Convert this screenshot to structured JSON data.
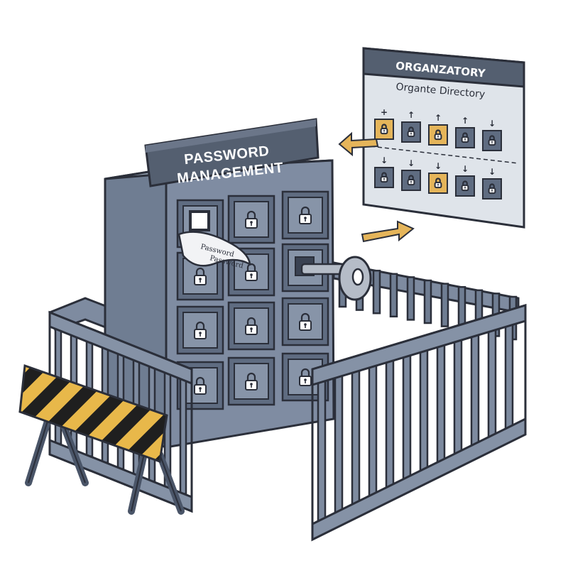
{
  "sign": {
    "line1": "PASSWORD",
    "line2": "MANAGEMENT"
  },
  "directory_panel": {
    "title": "ORGANZATORY",
    "subtitle": "Organte Directory",
    "top_row": [
      {
        "arrow": "+",
        "highlight": true
      },
      {
        "arrow": "↑",
        "highlight": false
      },
      {
        "arrow": "↑",
        "highlight": true
      },
      {
        "arrow": "↑",
        "highlight": false
      },
      {
        "arrow": "↓",
        "highlight": false
      }
    ],
    "bottom_row": [
      {
        "arrow": "↓",
        "highlight": false
      },
      {
        "arrow": "↓",
        "highlight": false
      },
      {
        "arrow": "↓",
        "highlight": true
      },
      {
        "arrow": "↓",
        "highlight": false
      },
      {
        "arrow": "↓",
        "highlight": false
      }
    ]
  },
  "paper_slip": {
    "line1": "Password",
    "line2": "Password"
  },
  "colors": {
    "steel": "#6f7d92",
    "steel_dark": "#4a5568",
    "steel_light": "#9aa7b8",
    "outline": "#2b2f3a",
    "accent_gold": "#e5b55a",
    "sign_bg": "#545f70",
    "panel_bg": "#dfe4ea",
    "hazard_yellow": "#e8b84a",
    "hazard_black": "#1f1f1f"
  },
  "icons": [
    "padlock-icon",
    "key-icon",
    "arrow-left-icon",
    "arrow-right-icon",
    "barricade-icon",
    "fence-icon"
  ]
}
